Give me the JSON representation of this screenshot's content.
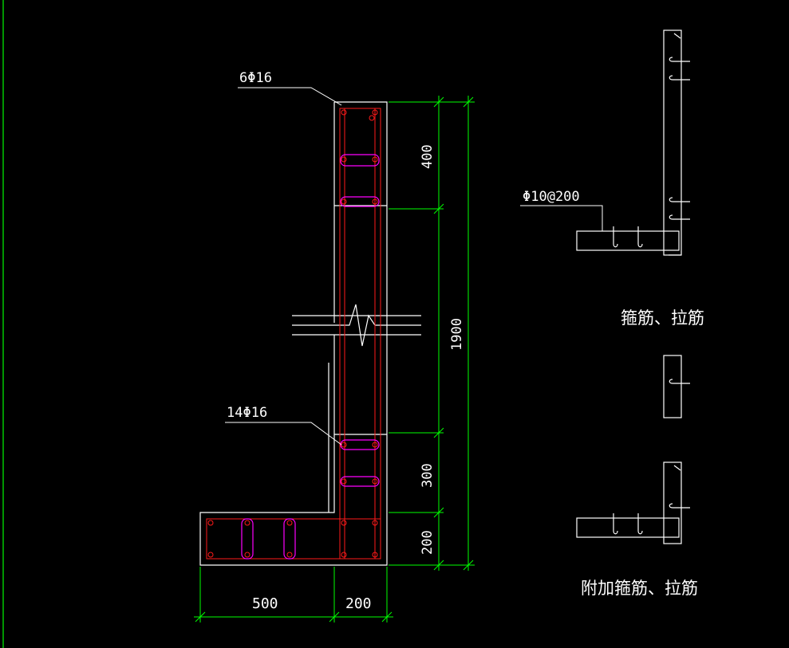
{
  "colors": {
    "background": "#000000",
    "outline": "#ffffff",
    "main_rebar": "#ff1a1a",
    "stirrup": "#ff00ff",
    "dimension": "#00ff00",
    "viewport_edge": "#00c800"
  },
  "labels": {
    "top_rebar": "6Φ16",
    "bottom_rebar": "14Φ16",
    "stirrup_spec": "Φ10@200",
    "title_stirrups": "箍筋、拉筋",
    "title_additional": "附加箍筋、拉筋"
  },
  "dimensions": {
    "top_zone": "400",
    "total_height": "1900",
    "lower_zone": "300",
    "base_thickness": "200",
    "toe_width": "500",
    "wall_width": "200"
  }
}
